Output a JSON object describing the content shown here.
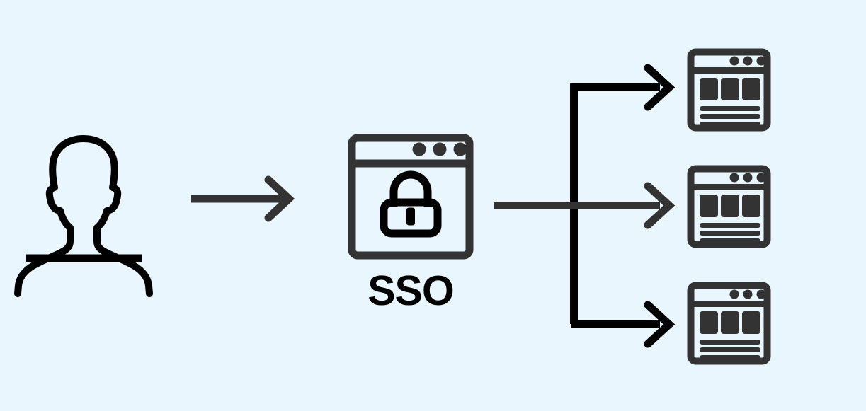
{
  "diagram": {
    "title": "SSO single sign-on flow",
    "background_color": "#eaf6fd",
    "accent_dark": "#333333",
    "accent_black": "#000000",
    "labels": {
      "sso": "SSO"
    },
    "nodes": [
      {
        "id": "user",
        "name": "user-avatar-icon",
        "type": "person-silhouette",
        "color": "#000000"
      },
      {
        "id": "sso",
        "name": "sso-browser-window",
        "type": "browser-window-with-lock",
        "label": "SSO",
        "frame_color": "#333333",
        "lock_color": "#000000",
        "titlebar_dots": 3
      },
      {
        "id": "app-1",
        "name": "target-app-window-1",
        "type": "browser-window-content",
        "frame_color": "#333333",
        "titlebar_dots": 3,
        "content_blocks": 3,
        "content_lines": 3
      },
      {
        "id": "app-2",
        "name": "target-app-window-2",
        "type": "browser-window-content",
        "frame_color": "#333333",
        "titlebar_dots": 3,
        "content_blocks": 3,
        "content_lines": 3
      },
      {
        "id": "app-3",
        "name": "target-app-window-3",
        "type": "browser-window-content",
        "frame_color": "#333333",
        "titlebar_dots": 3,
        "content_blocks": 3,
        "content_lines": 3
      }
    ],
    "connectors": [
      {
        "id": "user-to-sso",
        "name": "arrow-user-to-sso",
        "from": "user",
        "to": "sso",
        "color": "#333333",
        "style": "straight-arrow"
      },
      {
        "id": "sso-to-apps",
        "name": "arrow-sso-to-apps-branch",
        "from": "sso",
        "to": [
          "app-1",
          "app-2",
          "app-3"
        ],
        "color": "#000000",
        "middle_color": "#333333",
        "style": "branching-arrows",
        "branch_count": 3
      }
    ]
  }
}
